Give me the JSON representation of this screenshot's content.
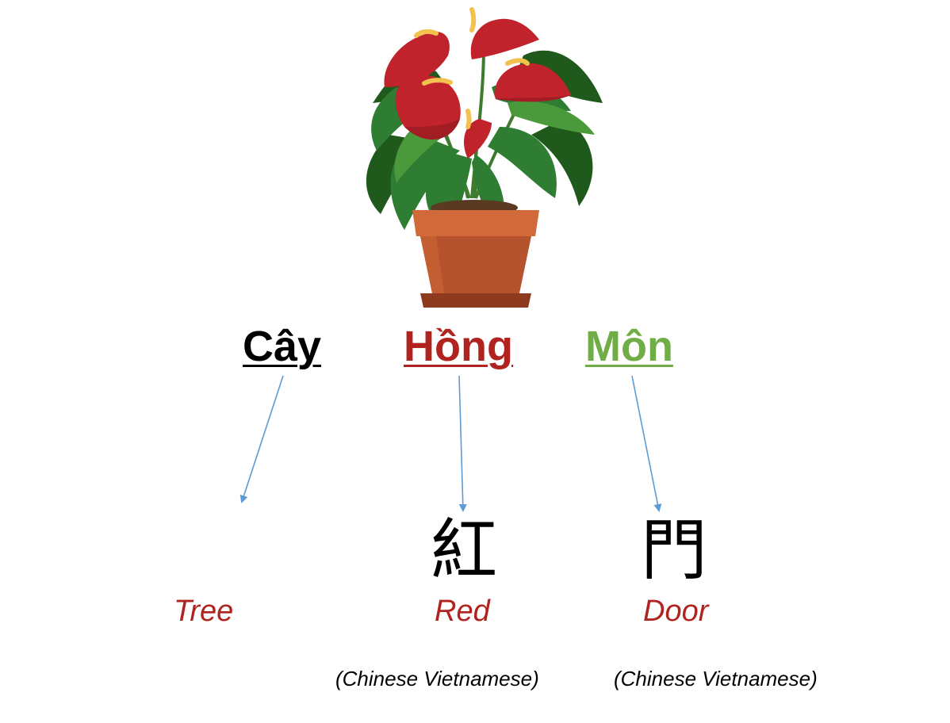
{
  "words": [
    {
      "text": "Cây",
      "color": "#000000"
    },
    {
      "text": "Hồng",
      "color": "#B0231E"
    },
    {
      "text": "Môn",
      "color": "#70AD47"
    }
  ],
  "characters": [
    {
      "text": "紅"
    },
    {
      "text": "門"
    }
  ],
  "meanings": [
    {
      "text": "Tree",
      "color": "#B0231E"
    },
    {
      "text": "Red",
      "color": "#B0231E"
    },
    {
      "text": "Door",
      "color": "#B0231E"
    }
  ],
  "notes": [
    {
      "text": "(Chinese Vietnamese)"
    },
    {
      "text": "(Chinese Vietnamese)"
    }
  ],
  "arrow_color": "#5B9BD5",
  "illustration": {
    "icon": "potted-anthurium-plant-icon"
  }
}
